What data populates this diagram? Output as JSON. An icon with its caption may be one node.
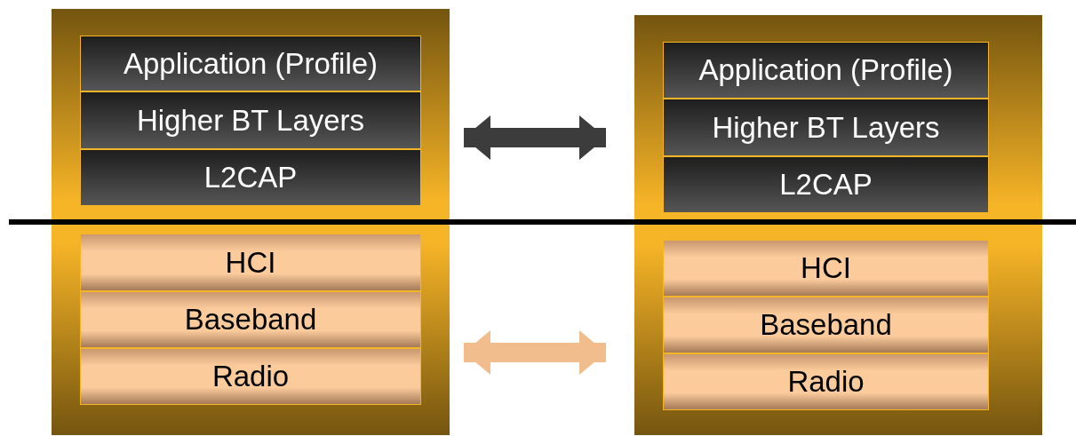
{
  "diagram": {
    "nodes": [
      {
        "text": [],
        "shape": "box"
      },
      {
        "text": [
          "Application (Profile)"
        ],
        "in": 0
      },
      {
        "text": [
          "Higher BT Layers"
        ],
        "in": 0
      },
      {
        "text": [
          "L2CAP"
        ],
        "in": 0
      },
      {
        "text": [
          "HCI"
        ],
        "in": 0
      },
      {
        "text": [
          "Baseband"
        ],
        "in": 0
      },
      {
        "text": [
          "Radio"
        ],
        "in": 0
      },
      {
        "text": [],
        "shape": "box"
      },
      {
        "text": [
          "Application (Profile)"
        ],
        "in": 7
      },
      {
        "text": [
          "Higher BT Layers"
        ],
        "in": 7
      },
      {
        "text": [
          "L2CAP"
        ],
        "in": 7
      },
      {
        "text": [
          "HCI"
        ],
        "in": 7
      },
      {
        "text": [
          "Baseband"
        ],
        "in": 7
      },
      {
        "text": [
          "Radio"
        ],
        "in": 7
      }
    ],
    "edges": [
      {
        "from": 0,
        "to": 7,
        "arrow": "both",
        "color": "#3c3c3c"
      },
      {
        "from": 0,
        "to": 7,
        "arrow": "both",
        "color": "#f2bd8c"
      }
    ]
  }
}
